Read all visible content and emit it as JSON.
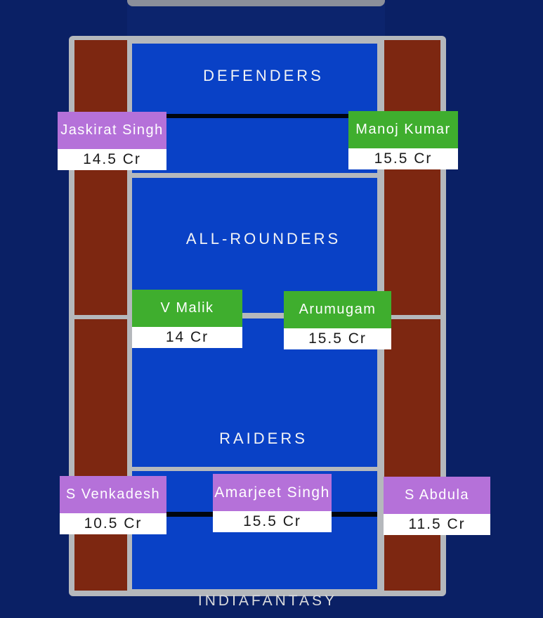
{
  "watermark": "INDIAFANTASY",
  "colors": {
    "background_navy": "#0a2065",
    "court_blue": "#0941c6",
    "lobby_maroon": "#7d2711",
    "border_gray": "#b5b8bc",
    "court_line_black": "#01060f",
    "team_purple": "#b571d9",
    "team_green": "#3fae2e",
    "price_strip_white": "#ffffff",
    "price_text_black": "#1a1a1a",
    "label_white": "#f2f3f5",
    "topbar_gray": "#8b8f9a"
  },
  "sections": [
    {
      "label": "DEFENDERS"
    },
    {
      "label": "ALL-ROUNDERS"
    },
    {
      "label": "RAIDERS"
    }
  ],
  "players": [
    {
      "name": "Jaskirat Singh",
      "price": "14.5 Cr",
      "section": "DEFENDERS",
      "team_color": "#b571d9"
    },
    {
      "name": "Manoj Kumar",
      "price": "15.5 Cr",
      "section": "DEFENDERS",
      "team_color": "#3fae2e"
    },
    {
      "name": "V Malik",
      "price": "14 Cr",
      "section": "ALL-ROUNDERS",
      "team_color": "#3fae2e"
    },
    {
      "name": "Arumugam",
      "price": "15.5 Cr",
      "section": "ALL-ROUNDERS",
      "team_color": "#3fae2e"
    },
    {
      "name": "S Venkadesh",
      "price": "10.5 Cr",
      "section": "RAIDERS",
      "team_color": "#b571d9"
    },
    {
      "name": "Amarjeet Singh",
      "price": "15.5 Cr",
      "section": "RAIDERS",
      "team_color": "#b571d9"
    },
    {
      "name": "S Abdula",
      "price": "11.5 Cr",
      "section": "RAIDERS",
      "team_color": "#b571d9"
    }
  ]
}
